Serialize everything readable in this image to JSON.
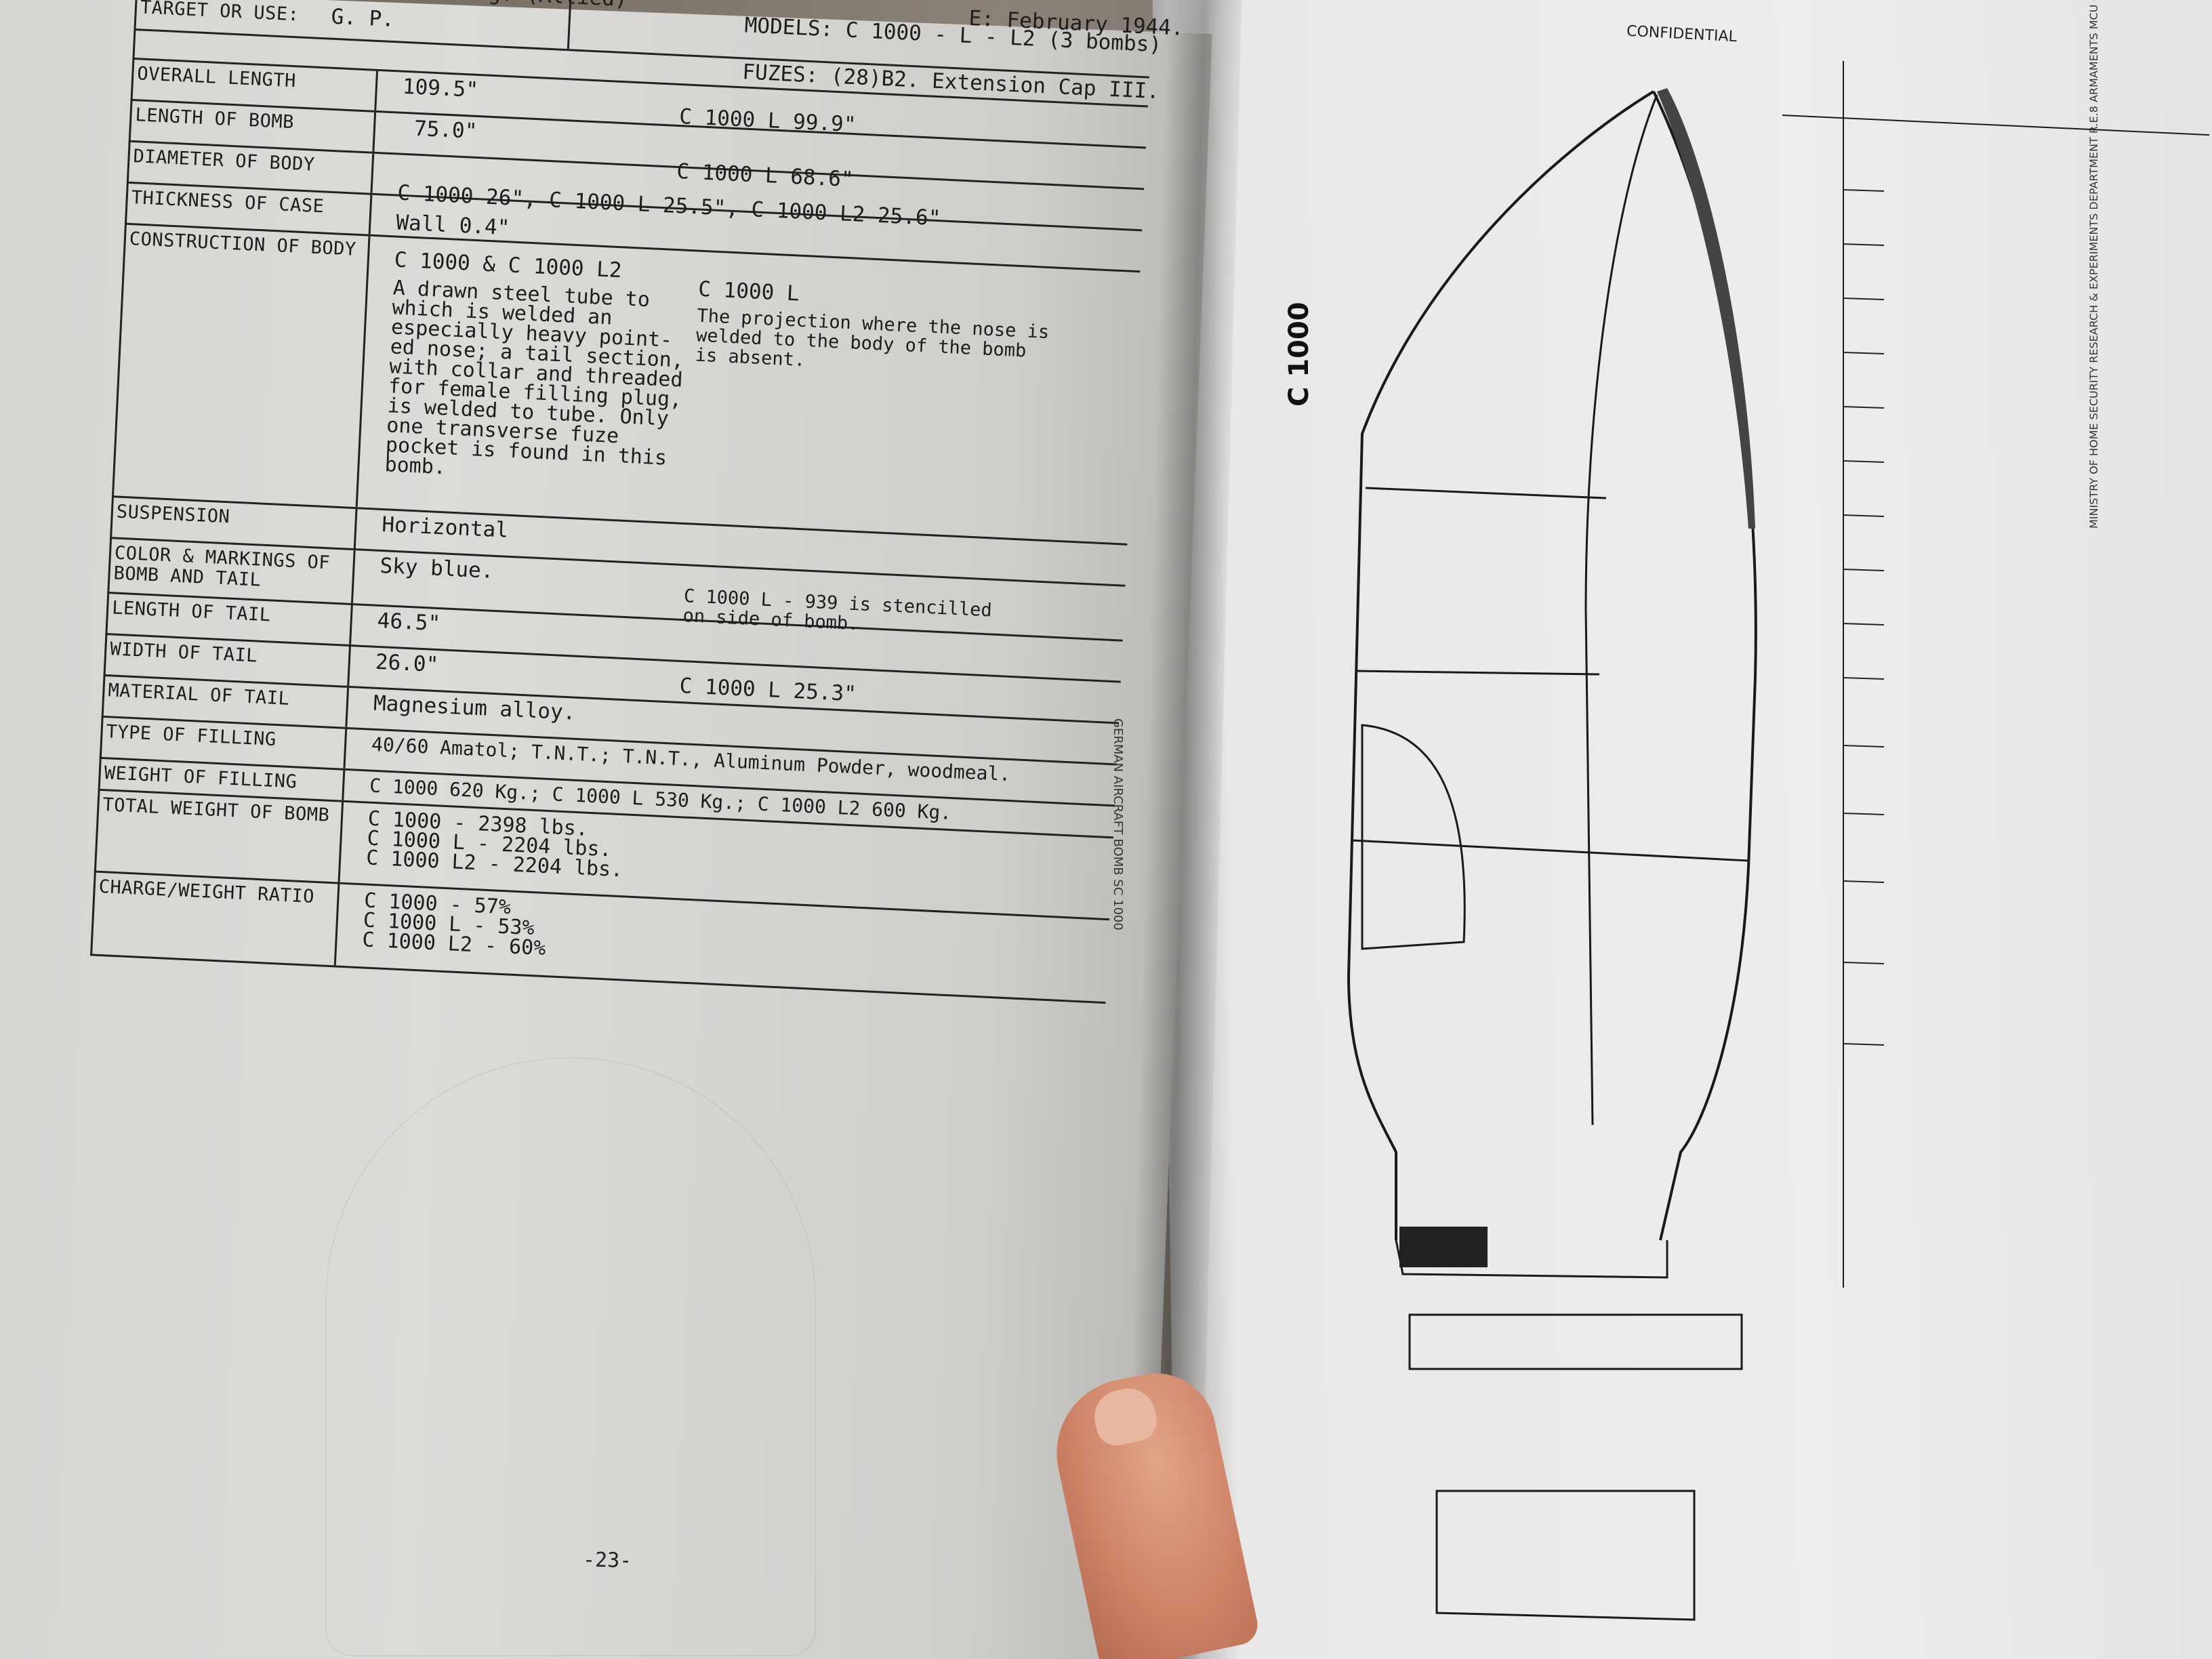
{
  "spec_table": {
    "target": {
      "label": "TARGET OR USE:",
      "value": "G. P."
    },
    "header_fragment": "g. (Allied)",
    "date": "E: February 1944.",
    "models": "MODELS: C 1000 - L - L2 (3 bombs)",
    "fuzes": "FUZES: (28)B2. Extension Cap III.",
    "overall_length": {
      "label": "OVERALL LENGTH",
      "value": "109.5\""
    },
    "length_of_bomb": {
      "label": "LENGTH OF BOMB",
      "value": "75.0\"",
      "value2": "C 1000 L  99.9\""
    },
    "diameter_of_body": {
      "label": "DIAMETER OF BODY",
      "value2": "C 1000 L  68.6\""
    },
    "thickness_of_case": {
      "label": "THICKNESS OF CASE",
      "value": "C 1000 26\", C 1000 L 25.5\", C 1000 L2 25.6\"",
      "value2": "Wall 0.4\""
    },
    "construction": {
      "label": "CONSTRUCTION OF BODY",
      "col1_title": "C 1000 & C 1000 L2",
      "col1_text": "A drawn steel tube to\nwhich is welded an\nespecially heavy point-\ned nose; a tail section,\nwith collar and threaded\nfor female filling plug,\nis welded to tube. Only\none transverse fuze\npocket is found in this\nbomb.",
      "col2_title": "C 1000 L",
      "col2_text": "The projection where the nose is\nwelded to the body of the bomb\nis absent."
    },
    "suspension": {
      "label": "SUSPENSION",
      "value": "Horizontal"
    },
    "color_markings": {
      "label": "COLOR & MARKINGS OF BOMB AND TAIL",
      "value": "Sky blue.",
      "value2": "C 1000 L - 939 is stencilled\non side of bomb."
    },
    "length_of_tail": {
      "label": "LENGTH OF TAIL",
      "value": "46.5\""
    },
    "width_of_tail": {
      "label": "WIDTH OF TAIL",
      "value": "26.0\"",
      "value2": "C 1000 L  25.3\""
    },
    "material_of_tail": {
      "label": "MATERIAL OF TAIL",
      "value": "Magnesium alloy."
    },
    "type_of_filling": {
      "label": "TYPE OF FILLING",
      "value": "40/60 Amatol;  T.N.T.; T.N.T., Aluminum Powder, woodmeal."
    },
    "weight_of_filling": {
      "label": "WEIGHT OF FILLING",
      "value": "C 1000 620 Kg.; C 1000 L 530 Kg.; C 1000 L2 600 Kg."
    },
    "total_weight": {
      "label": "TOTAL WEIGHT OF BOMB",
      "value": "C 1000 - 2398 lbs.\nC 1000 L - 2204 lbs.\nC 1000 L2 - 2204 lbs."
    },
    "charge_weight": {
      "label": "CHARGE/WEIGHT RATIO",
      "value": "C 1000 - 57%\nC 1000 L - 53%\nC 1000 L2 - 60%"
    }
  },
  "page_number": "-23-",
  "right_page": {
    "confidential": "CONFIDENTIAL",
    "drawing_title": "C 1000",
    "side_caption_left": "GERMAN AIRCRAFT BOMB SC 1000",
    "side_caption_right": "MINISTRY OF HOME SECURITY RESEARCH & EXPERIMENTS DEPARTMENT R.E.8 ARMAMENTS MCU (RAF) AND RCF AMENITIES"
  },
  "colors": {
    "paper": "#dcdbd8",
    "ink": "#1d1d1d"
  }
}
